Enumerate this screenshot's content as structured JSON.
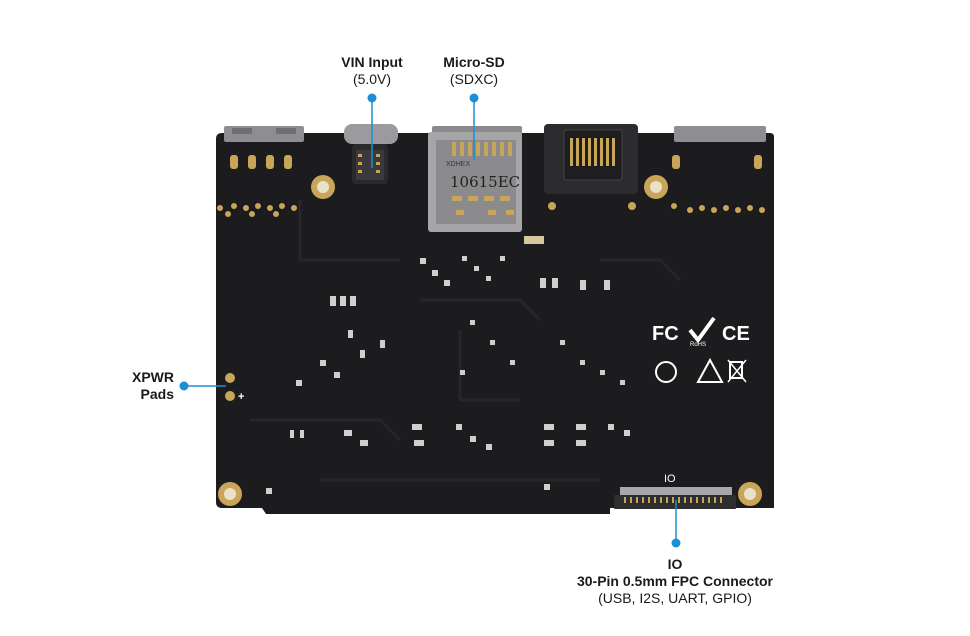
{
  "callouts": {
    "vin": {
      "title": "VIN Input",
      "subtitle": "(5.0V)"
    },
    "sd": {
      "title": "Micro-SD",
      "subtitle": "(SDXC)"
    },
    "xpwr": {
      "title_line1": "XPWR",
      "title_line2": "Pads"
    },
    "io": {
      "title": "IO",
      "subtitle": "30-Pin 0.5mm FPC Connector",
      "detail": "(USB, I2S, UART, GPIO)"
    }
  },
  "board": {
    "sd_card_marking": "10615EC",
    "sd_brand_marking": "XDHEX",
    "io_silkscreen": "IO",
    "plus_mark": "+",
    "cert_marks": [
      "FC",
      "CE",
      "RoHS"
    ]
  },
  "colors": {
    "pcb": "#1c1c1e",
    "accent_blue": "#1a8fd6",
    "gold": "#c9a55a",
    "metal": "#9a9a9a"
  }
}
